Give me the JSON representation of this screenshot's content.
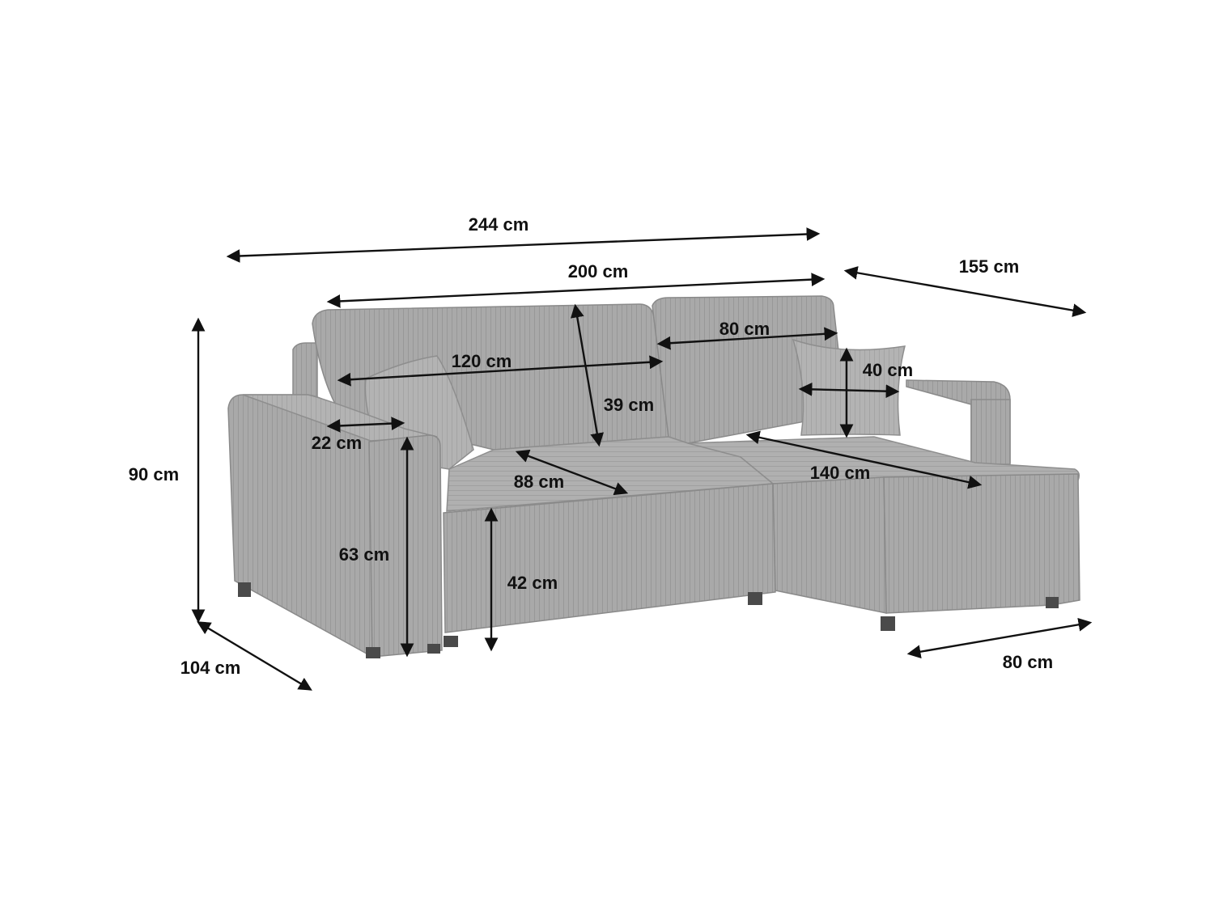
{
  "dimensions": [
    {
      "id": "overall-width",
      "label": "244 cm"
    },
    {
      "id": "backrest-width",
      "label": "200 cm"
    },
    {
      "id": "chaise-depth",
      "label": "155 cm"
    },
    {
      "id": "chaise-cushion-width",
      "label": "80 cm"
    },
    {
      "id": "seat-width",
      "label": "120 cm"
    },
    {
      "id": "cushion-size",
      "label": "40 cm"
    },
    {
      "id": "backrest-height",
      "label": "39 cm"
    },
    {
      "id": "armrest-width",
      "label": "22 cm"
    },
    {
      "id": "overall-height",
      "label": "90 cm"
    },
    {
      "id": "seat-depth",
      "label": "88 cm"
    },
    {
      "id": "chaise-length",
      "label": "140 cm"
    },
    {
      "id": "armrest-height",
      "label": "63 cm"
    },
    {
      "id": "seat-height",
      "label": "42 cm"
    },
    {
      "id": "overall-depth",
      "label": "104 cm"
    },
    {
      "id": "chaise-width",
      "label": "80 cm"
    }
  ],
  "colors": {
    "fabric": "#a7a7a7",
    "fabric_dark": "#9a9a9a",
    "fabric_light": "#b4b4b4",
    "arrow": "#111111",
    "background": "#ffffff"
  }
}
